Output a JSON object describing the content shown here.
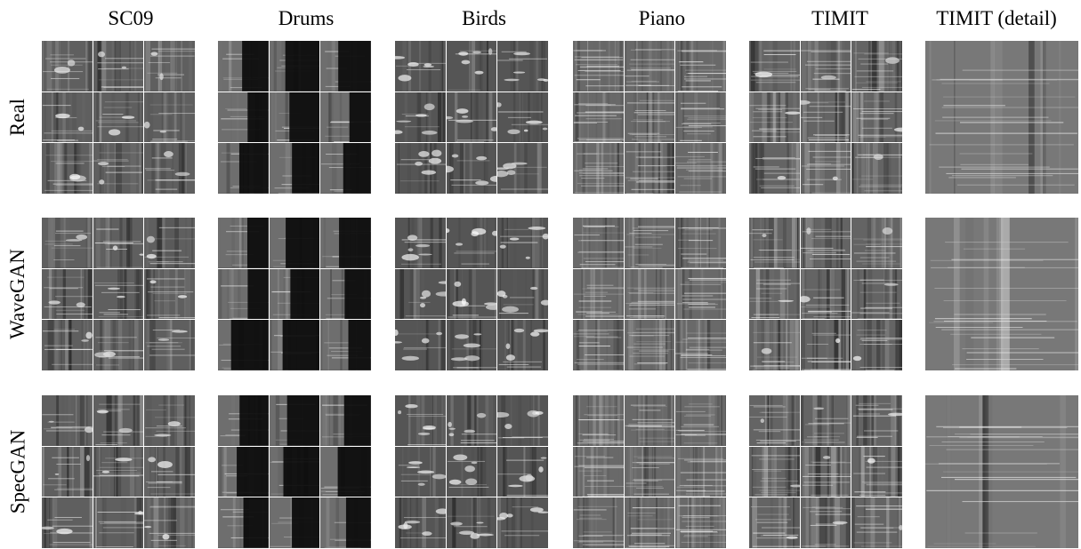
{
  "figure": {
    "columns": [
      {
        "key": "sc09",
        "label": "SC09"
      },
      {
        "key": "drums",
        "label": "Drums"
      },
      {
        "key": "birds",
        "label": "Birds"
      },
      {
        "key": "piano",
        "label": "Piano"
      },
      {
        "key": "timit",
        "label": "TIMIT"
      },
      {
        "key": "timit-detail",
        "label": "TIMIT (detail)"
      }
    ],
    "rows": [
      {
        "key": "real",
        "label": "Real"
      },
      {
        "key": "wavegan",
        "label": "WaveGAN"
      },
      {
        "key": "specgan",
        "label": "SpecGAN"
      }
    ]
  }
}
